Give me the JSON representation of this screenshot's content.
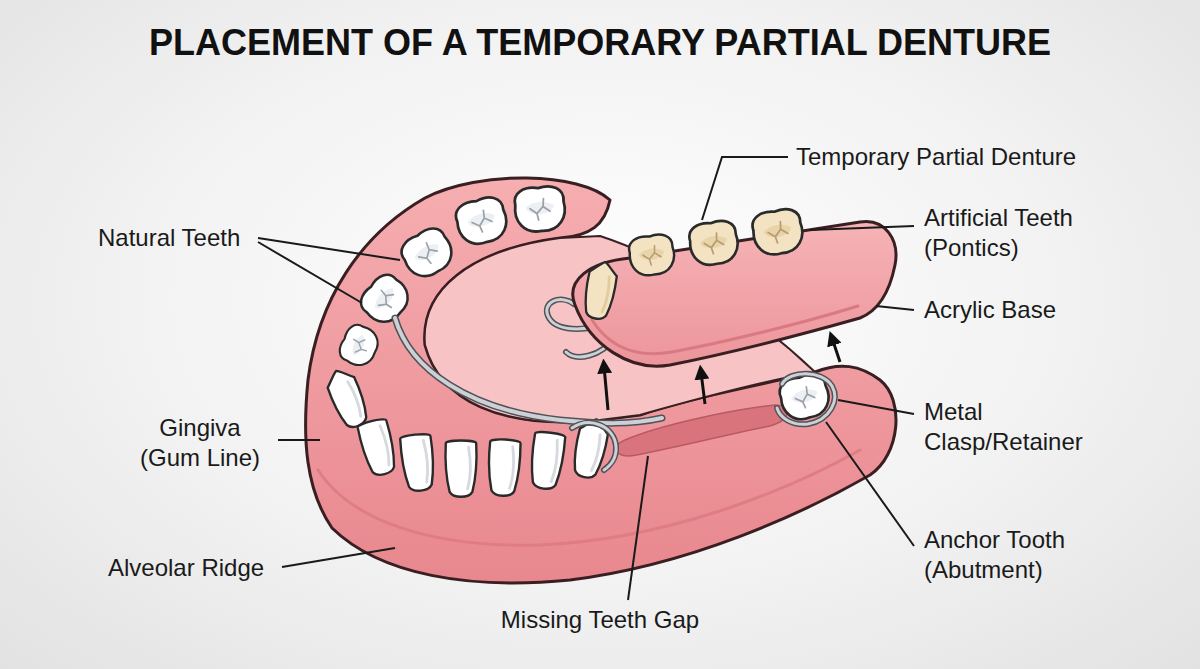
{
  "diagram": {
    "title": "PLACEMENT OF A TEMPORARY PARTIAL DENTURE",
    "labels": [
      "Natural Teeth",
      "Temporary Partial Denture",
      "Artificial Teeth (Pontics)",
      "Acrylic Base",
      "Gingiva (Gum Line)",
      "Metal Clasp/Retainer",
      "Anchor Tooth (Abutment)",
      "Alveolar Ridge",
      "Missing Teeth Gap"
    ]
  }
}
